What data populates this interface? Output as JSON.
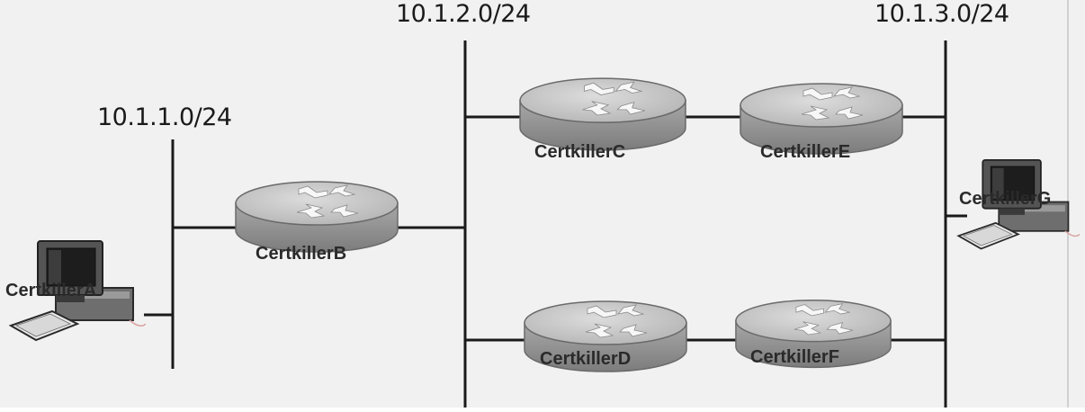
{
  "colors": {
    "background": "#f1f1f1",
    "line": "#1a1a1a",
    "router_top": "#c9c9c9",
    "router_side": "#9a9a9a",
    "pc_dark": "#3a3a3a"
  },
  "subnets": [
    {
      "id": "net1",
      "label": "10.1.1.0/24"
    },
    {
      "id": "net2",
      "label": "10.1.2.0/24"
    },
    {
      "id": "net3",
      "label": "10.1.3.0/24"
    }
  ],
  "routers": [
    {
      "id": "b",
      "label": "CertkillerB"
    },
    {
      "id": "c",
      "label": "CertkillerC"
    },
    {
      "id": "d",
      "label": "CertkillerD"
    },
    {
      "id": "e",
      "label": "CertkillerE"
    },
    {
      "id": "f",
      "label": "CertkillerF"
    }
  ],
  "hosts": [
    {
      "id": "a",
      "label": "CertkillerA",
      "icon": "workstation-icon"
    },
    {
      "id": "g",
      "label": "CertkillerG",
      "icon": "workstation-icon"
    }
  ]
}
